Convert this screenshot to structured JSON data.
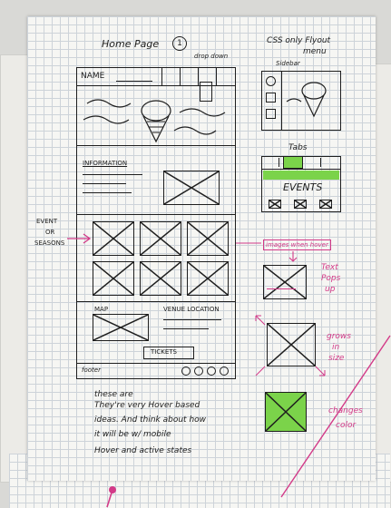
{
  "colors": {
    "ink": "#1d1d1d",
    "pink": "#d33a88",
    "green": "#7bd34a"
  },
  "left_page": {
    "title": "Home Page",
    "page_number": "1",
    "dropdown_note": "drop down",
    "nav_name": "NAME",
    "information_heading": "INFORMATION",
    "event_side_note": [
      "EVENT",
      "OR",
      "SEASONS"
    ],
    "map_label": "MAP",
    "venue_label": "VENUE LOCATION",
    "tickets_label": "TICKETS",
    "footer_label": "footer",
    "notes": [
      "these are",
      "They're very Hover based",
      "ideas. And think about how",
      "it will be w/ mobile",
      "Hover and active states"
    ]
  },
  "right_page": {
    "title": "CSS only Flyout",
    "title_line2": "menu",
    "sidebar_label": "Sidebar",
    "tabs_label": "Tabs",
    "events_label": "EVENTS",
    "images_note": "images when hover",
    "text_note": [
      "Text",
      "Pops",
      "up"
    ],
    "grows_note": [
      "grows",
      "in",
      "size"
    ],
    "changes_note": [
      "changes",
      "color"
    ]
  }
}
